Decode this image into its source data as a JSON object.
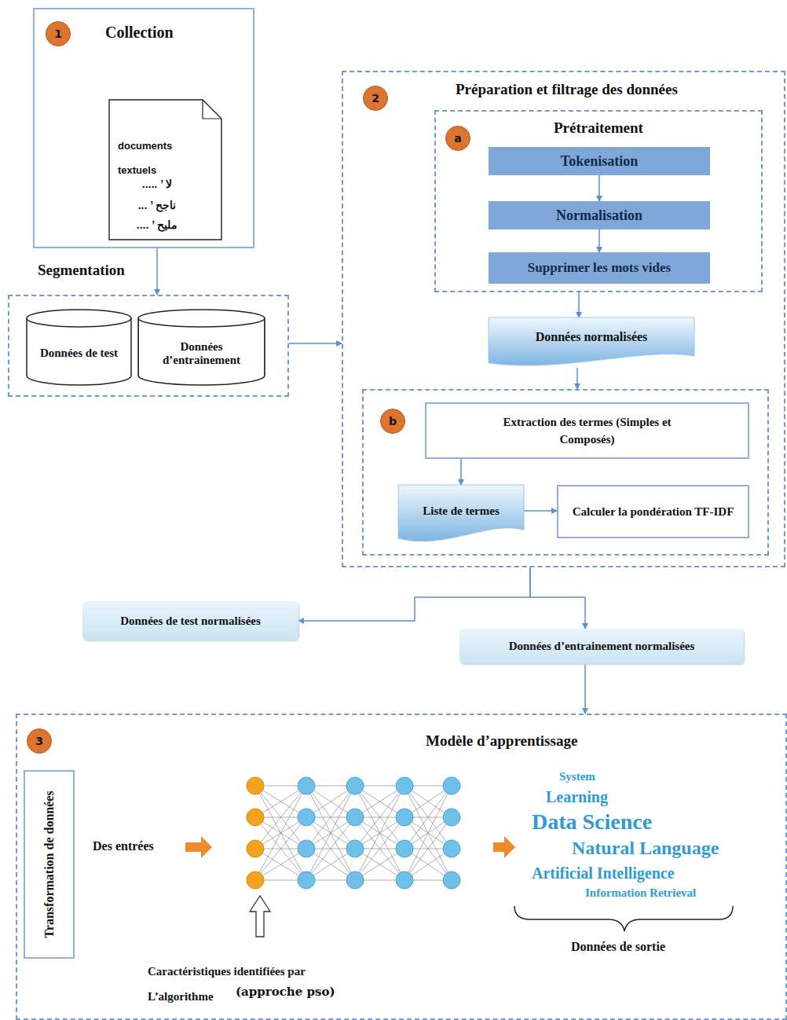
{
  "diagram": {
    "nodes": [
      {
        "text": [
          "1",
          "Collection"
        ]
      },
      {
        "text": [
          "documents textuels",
          "لا ’ .....",
          "ناجح ’ ...",
          "مليح ’ ...."
        ],
        "in": 0
      },
      {
        "text": [
          "Segmentation"
        ]
      },
      {
        "text": [
          "Données de test"
        ],
        "in": 2
      },
      {
        "text": [
          "Données d’entrainement"
        ],
        "in": 2
      },
      {
        "text": [
          "2",
          "Préparation et filtrage des données"
        ]
      },
      {
        "text": [
          "a",
          "Prétraitement"
        ],
        "in": 5
      },
      {
        "text": [
          "Tokenisation"
        ],
        "in": 6
      },
      {
        "text": [
          "Normalisation"
        ],
        "in": 6
      },
      {
        "text": [
          "Supprimer les mots vides"
        ],
        "in": 6
      },
      {
        "text": [
          "Données normalisées"
        ],
        "in": 5
      },
      {
        "text": [
          "b"
        ],
        "in": 5
      },
      {
        "text": [
          "Extraction des termes (Simples et Composés)"
        ],
        "in": 11
      },
      {
        "text": [
          "Liste de termes"
        ],
        "in": 11
      },
      {
        "text": [
          "Calculer la pondération TF-IDF"
        ],
        "in": 11
      },
      {
        "text": [
          "Données de test normalisées"
        ]
      },
      {
        "text": [
          "Données d’entrainement normalisées"
        ]
      },
      {
        "text": [
          "3",
          "Modèle d’apprentissage"
        ]
      },
      {
        "text": [
          "Transformation de données"
        ],
        "in": 17
      }
    ],
    "edges": [
      {
        "from": 0,
        "to": 2,
        "arrow": "to"
      },
      {
        "from": 2,
        "to": 5,
        "arrow": "to"
      },
      {
        "from": 7,
        "to": 8,
        "arrow": "to"
      },
      {
        "from": 8,
        "to": 9,
        "arrow": "to"
      },
      {
        "from": 6,
        "to": 10,
        "arrow": "to"
      },
      {
        "from": 10,
        "to": 11,
        "arrow": "to"
      },
      {
        "from": 12,
        "to": 13,
        "arrow": "to"
      },
      {
        "from": 13,
        "to": 14,
        "arrow": "to"
      },
      {
        "from": 5,
        "to": 15,
        "arrow": "to"
      },
      {
        "from": 5,
        "to": 16,
        "arrow": "to"
      },
      {
        "from": 16,
        "to": 17,
        "arrow": "to"
      }
    ],
    "labels": [
      "Des entrées",
      "System",
      "Learning",
      "Data Science",
      "Natural Language",
      "Artificial Intelligence",
      "Information Retrieval",
      "Données de sortie",
      "Caractéristiques identifiées par L’algorithme",
      "(approche pso)"
    ]
  }
}
